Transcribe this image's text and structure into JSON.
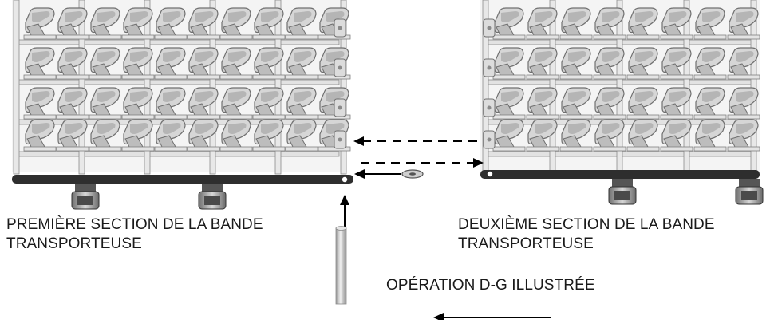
{
  "labels": {
    "first_section": "PREMIÈRE SECTION DE LA BANDE TRANSPORTEUSE",
    "second_section": "DEUXIÈME SECTION DE LA BANDE TRANSPORTEUSE",
    "operation": "OPÉRATION D-G ILLUSTRÉE"
  },
  "colors": {
    "belt_fill": "#d0d0d0",
    "belt_dark": "#8a8a8a",
    "belt_light": "#ededed",
    "drive_bar": "#2e2e2e",
    "arrow": "#000000"
  },
  "icons": {
    "washer": "washer-icon",
    "pin": "connecting-pin-icon",
    "sprocket": "sprocket-icon"
  }
}
